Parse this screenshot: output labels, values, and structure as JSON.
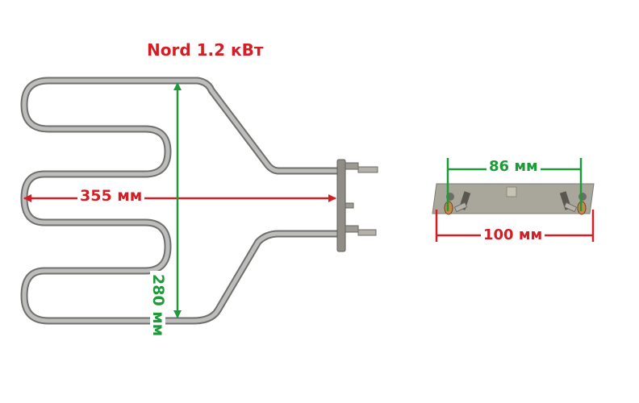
{
  "title": "Nord 1.2 кВт",
  "dimensions": {
    "width": "355 мм",
    "height": "280 мм",
    "terminal_spacing": "86 мм",
    "flange_length": "100 мм"
  },
  "colors": {
    "red": "#d21f26",
    "green": "#1f9a3a",
    "element_metal": "#9a9a98",
    "flange_metal": "#a9a79c"
  }
}
